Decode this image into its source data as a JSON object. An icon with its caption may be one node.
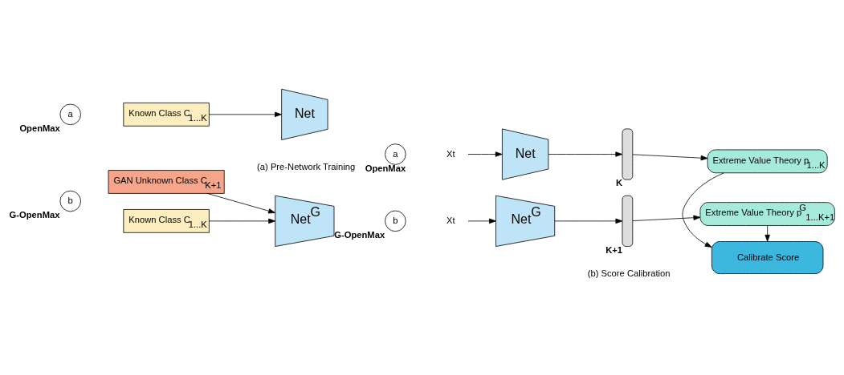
{
  "diagram": {
    "nodes": [
      {
        "text": [
          "a"
        ],
        "beside": [
          "OpenMax"
        ]
      },
      {
        "text": [
          "Known Class C$_{1...K}$"
        ]
      },
      {
        "text": [
          "Net"
        ]
      },
      {
        "text": [
          "b"
        ],
        "beside": [
          "G-OpenMax"
        ]
      },
      {
        "text": [
          "Known Class C$_{1...K}$"
        ]
      },
      {
        "text": [
          "GAN Unknown Class C$_{K+1}$"
        ]
      },
      {
        "text": [
          "Net$^{G}$"
        ]
      },
      {
        "text": [
          "a"
        ],
        "beside": [
          "OpenMax"
        ]
      },
      {
        "text": [
          "Xt"
        ]
      },
      {
        "text": [
          "Net"
        ]
      },
      {
        "text": [],
        "shape": "bar",
        "beside": [
          "K"
        ]
      },
      {
        "text": [
          "Extreme Value Theory p$_{1...K}$"
        ]
      },
      {
        "text": [
          "Calibrate Score"
        ]
      },
      {
        "text": [
          "b"
        ],
        "beside": [
          "G-OpenMax"
        ]
      },
      {
        "text": [
          "Xt"
        ]
      },
      {
        "text": [
          "Net$^{G}$"
        ]
      },
      {
        "text": [],
        "shape": "bar",
        "beside": [
          "K+1"
        ]
      },
      {
        "text": [
          "Extreme Value Theory p$^{G}$$_{1...K+1}$"
        ]
      }
    ],
    "edges": [
      {
        "from": 1,
        "to": 2,
        "arrow": "to"
      },
      {
        "from": 4,
        "to": 6,
        "arrow": "to"
      },
      {
        "from": 5,
        "to": 6,
        "arrow": "to"
      },
      {
        "from": 8,
        "to": 9,
        "arrow": "to"
      },
      {
        "from": 9,
        "to": 10,
        "arrow": "to"
      },
      {
        "from": 10,
        "to": 11,
        "arrow": "to"
      },
      {
        "from": 11,
        "to": 12,
        "arrow": "to"
      },
      {
        "from": 14,
        "to": 15,
        "arrow": "to"
      },
      {
        "from": 15,
        "to": 16,
        "arrow": "to"
      },
      {
        "from": 16,
        "to": 17,
        "arrow": "to"
      },
      {
        "from": 17,
        "to": 12,
        "arrow": "to"
      }
    ],
    "labels": [
      "(a) Pre-Network Training",
      "(b) Score Calibration"
    ]
  }
}
